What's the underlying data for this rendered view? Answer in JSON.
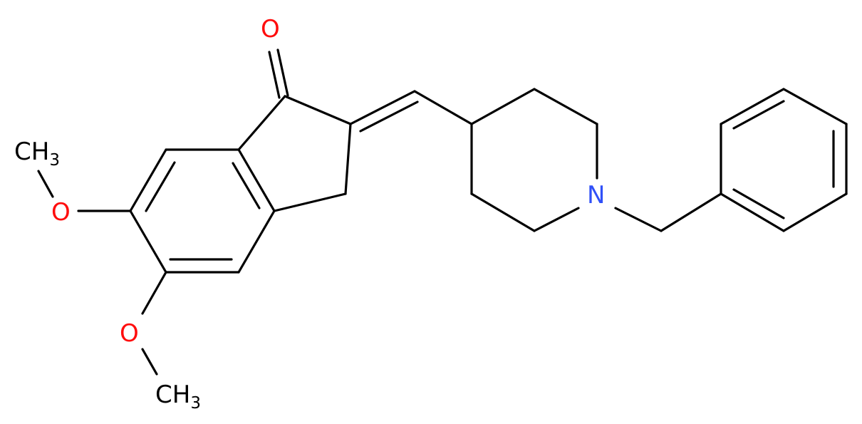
{
  "molecule": {
    "atoms": {
      "carbonyl_oxygen": "O",
      "methoxy_oxygen_upper": "O",
      "methoxy_oxygen_lower": "O",
      "nitrogen": "N",
      "methyl_upper": {
        "main": "CH",
        "sub": "3"
      },
      "methyl_lower": {
        "main": "CH",
        "sub": "3"
      }
    },
    "colors": {
      "bond": "#000000",
      "oxygen": "#ff0d0d",
      "nitrogen": "#3050f8",
      "carbon": "#000000"
    }
  }
}
